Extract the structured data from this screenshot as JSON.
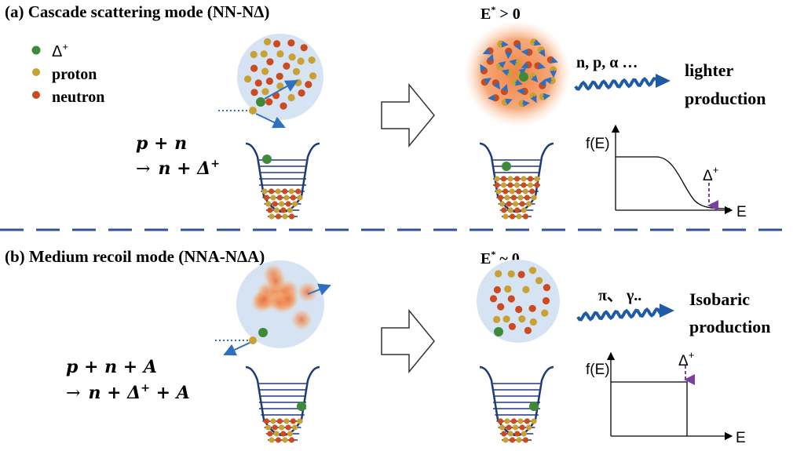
{
  "panel_a": {
    "title": "(a) Cascade scattering mode (NN-NΔ)",
    "legend": {
      "delta_label": "Δ",
      "delta_sup": "+",
      "proton_label": "proton",
      "neutron_label": "neutron"
    },
    "reaction_line1": "p + n",
    "reaction_line2_arrow": "→",
    "reaction_line2": "n + Δ",
    "reaction_line2_sup": "+",
    "excitation_label": "E",
    "excitation_sup": "*",
    "excitation_rel": " > 0",
    "emission_label": "n, p, α …",
    "result_line1": "lighter",
    "result_line2": "production",
    "graph_ylabel": "f(E)",
    "graph_xlabel": "E",
    "graph_marker": "Δ",
    "graph_marker_sup": "+"
  },
  "panel_b": {
    "title": "(b) Medium recoil mode (NNA-NΔA)",
    "reaction_line1": "p + n + A",
    "reaction_line2_arrow": "→",
    "reaction_line2": "n + Δ",
    "reaction_line2_sup": "+",
    "reaction_line2_tail": " + A",
    "excitation_label": "E",
    "excitation_sup": "*",
    "excitation_rel": " ~ 0",
    "emission_label": "π、 γ..",
    "result_line1": "Isobaric",
    "result_line2": "production",
    "graph_ylabel": "f(E)",
    "graph_xlabel": "E",
    "graph_marker": "Δ",
    "graph_marker_sup": "+"
  },
  "colors": {
    "proton": "#c9a032",
    "neutron": "#cc4a1f",
    "delta": "#3f8a3a",
    "arrow_blue": "#1f5aa6",
    "well": "#1e3a7a",
    "nucleus_fill": "#d6e3f2",
    "hot_orange": "#f08a4b",
    "divider": "#2f5597",
    "marker_purple": "#7a3fa0"
  }
}
